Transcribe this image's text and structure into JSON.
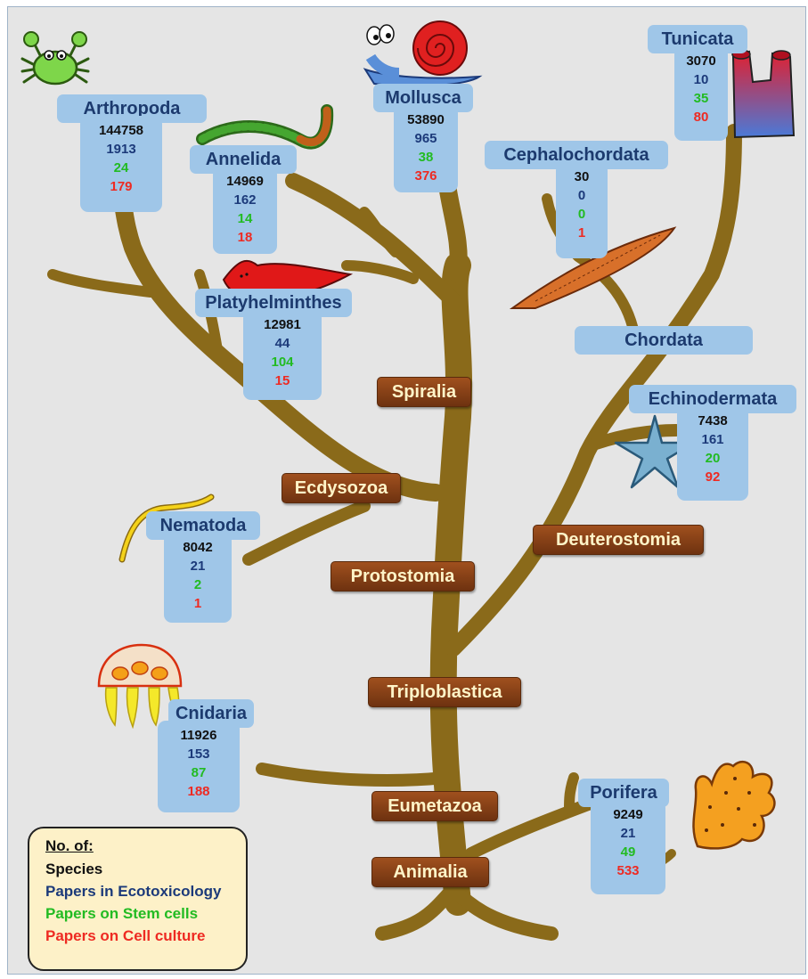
{
  "taxa": {
    "arthropoda": {
      "name": "Arthropoda",
      "species": "144758",
      "ecotox": "1913",
      "stem": "24",
      "culture": "179"
    },
    "annelida": {
      "name": "Annelida",
      "species": "14969",
      "ecotox": "162",
      "stem": "14",
      "culture": "18"
    },
    "mollusca": {
      "name": "Mollusca",
      "species": "53890",
      "ecotox": "965",
      "stem": "38",
      "culture": "376"
    },
    "cephalochordata": {
      "name": "Cephalochordata",
      "species": "30",
      "ecotox": "0",
      "stem": "0",
      "culture": "1"
    },
    "tunicata": {
      "name": "Tunicata",
      "species": "3070",
      "ecotox": "10",
      "stem": "35",
      "culture": "80"
    },
    "platyhelminthes": {
      "name": "Platyhelminthes",
      "species": "12981",
      "ecotox": "44",
      "stem": "104",
      "culture": "15"
    },
    "echinodermata": {
      "name": "Echinodermata",
      "species": "7438",
      "ecotox": "161",
      "stem": "20",
      "culture": "92"
    },
    "nematoda": {
      "name": "Nematoda",
      "species": "8042",
      "ecotox": "21",
      "stem": "2",
      "culture": "1"
    },
    "cnidaria": {
      "name": "Cnidaria",
      "species": "11926",
      "ecotox": "153",
      "stem": "87",
      "culture": "188"
    },
    "porifera": {
      "name": "Porifera",
      "species": "9249",
      "ecotox": "21",
      "stem": "49",
      "culture": "533"
    }
  },
  "chordata": "Chordata",
  "clades": {
    "spiralia": "Spiralia",
    "ecdysozoa": "Ecdysozoa",
    "protostomia": "Protostomia",
    "deuterostomia": "Deuterostomia",
    "triploblastica": "Triploblastica",
    "eumetazoa": "Eumetazoa",
    "animalia": "Animalia"
  },
  "legend": {
    "title": "No. of:",
    "species": "Species",
    "ecotox": "Papers in Ecotoxicology",
    "stem": "Papers on Stem cells",
    "culture": "Papers on Cell culture"
  },
  "colors": {
    "box": "#9fc6e8",
    "taxon_text": "#1c3a6e",
    "species": "#111111",
    "ecotox": "#1c3a7a",
    "stem": "#22bb22",
    "culture": "#ee2a22",
    "branch": "#8a6a1a",
    "clade_label": "#8a4018",
    "legend_bg": "#fdf1c8"
  },
  "icons": [
    "crab-icon",
    "worm-icon",
    "snail-icon",
    "lancelet-icon",
    "sea-squirt-icon",
    "flatworm-icon",
    "starfish-icon",
    "nematode-icon",
    "jellyfish-icon",
    "sponge-icon"
  ]
}
